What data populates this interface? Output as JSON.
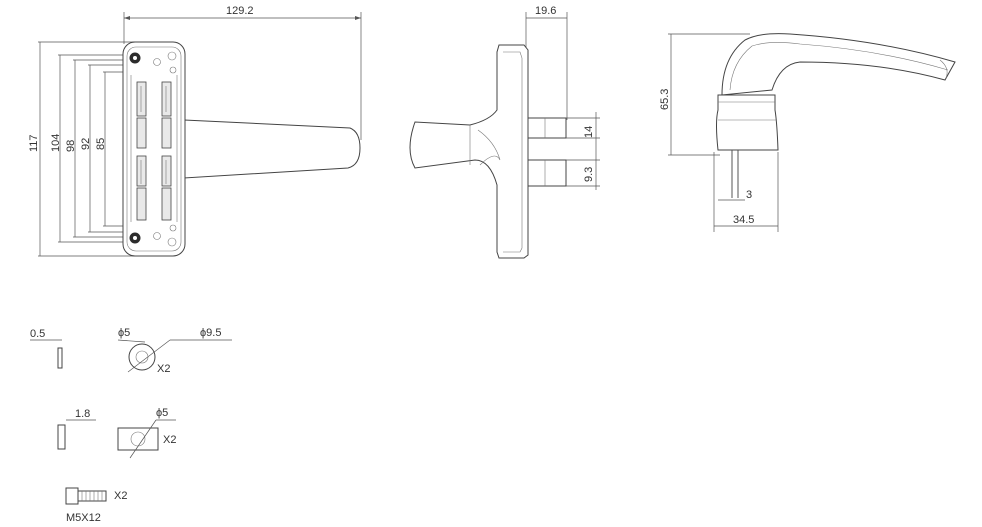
{
  "front_view": {
    "width": "129.2",
    "heights": [
      "117",
      "104",
      "98",
      "92",
      "85"
    ]
  },
  "side_view": {
    "depth": "19.6",
    "spacing": "14",
    "offset": "9.3"
  },
  "lever_view": {
    "height": "65.3",
    "spindle": "3",
    "base_width": "34.5"
  },
  "parts": {
    "washer_thickness": "0.5",
    "grommet_inner": "ϕ5",
    "grommet_outer": "ϕ9.5",
    "grommet_qty": "X2",
    "spacer_thickness": "1.8",
    "spacer_hole": "ϕ5",
    "spacer_qty": "X2",
    "screw_qty": "X2",
    "screw_label": "M5X12"
  }
}
